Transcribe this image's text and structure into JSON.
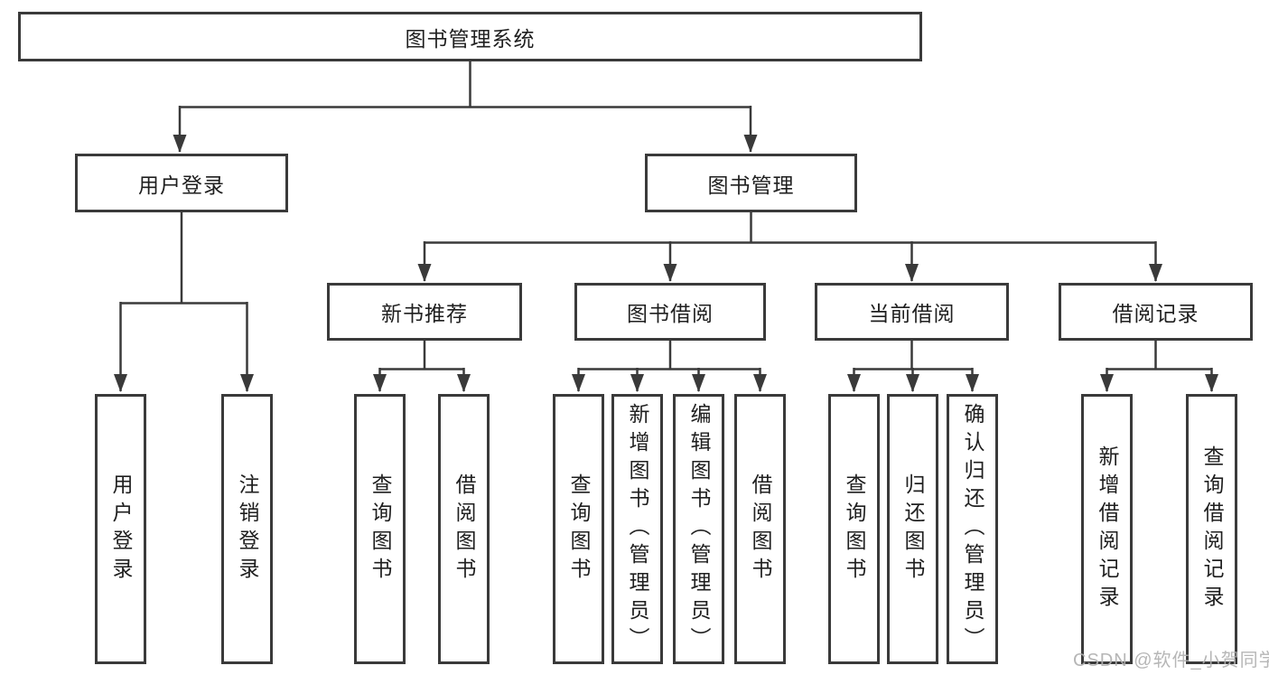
{
  "tree": {
    "root": "图书管理系统",
    "branches": [
      {
        "label": "用户登录",
        "leaves": [
          "用户登录",
          "注销登录"
        ]
      },
      {
        "label": "图书管理",
        "sections": [
          {
            "label": "新书推荐",
            "leaves": [
              "查询图书",
              "借阅图书"
            ]
          },
          {
            "label": "图书借阅",
            "leaves": [
              "查询图书",
              "新增图书（管理员）",
              "编辑图书（管理员）",
              "借阅图书"
            ]
          },
          {
            "label": "当前借阅",
            "leaves": [
              "查询图书",
              "归还图书",
              "确认归还（管理员）"
            ]
          },
          {
            "label": "借阅记录",
            "leaves": [
              "新增借阅记录",
              "查询借阅记录"
            ]
          }
        ]
      }
    ]
  },
  "watermark": "CSDN @软件_小贺同学",
  "colors": {
    "line": "#3a3a3a",
    "box_border": "#3a3a3a",
    "box_fill": "#ffffff",
    "text": "#1f1f1f",
    "background": "#ffffff",
    "watermark": "#b0b0b0"
  }
}
